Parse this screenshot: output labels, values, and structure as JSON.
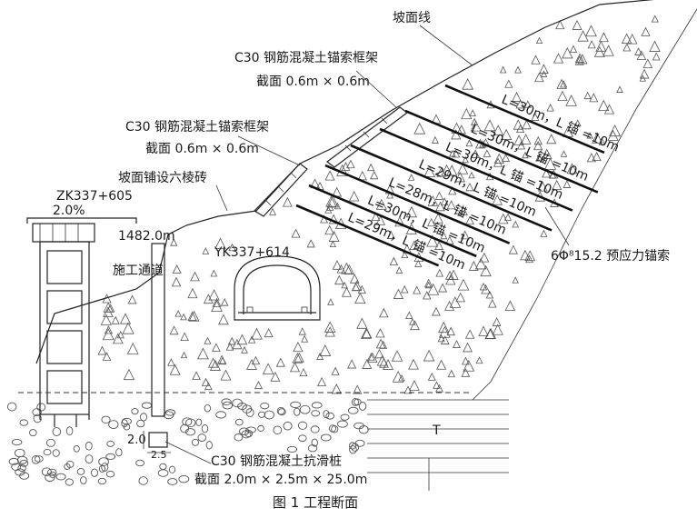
{
  "labels": {
    "slope_line": "坡面线",
    "frame_upper_title": "C30 钢筋混凝土锚索框架",
    "frame_upper_section": "截面 0.6m × 0.6m",
    "frame_lower_title": "C30 钢筋混凝土锚索框架",
    "frame_lower_section": "截面 0.6m × 0.6m",
    "hex_brick": "坡面铺设六棱砖",
    "left_station": "ZK337+605",
    "gradient": "2.0%",
    "elevation": "1482.0m",
    "construction_passage": "施工通道",
    "tunnel_station": "YK337+614",
    "anchor_spec": "6Φ⁸15.2 预应力锚索",
    "pile_title": "C30 钢筋混凝土抗滑桩",
    "pile_section": "截面 2.0m × 2.5m × 25.0m",
    "pile_dim_h": "2.0",
    "pile_dim_w": "2.5",
    "layer_symbol": "T",
    "figure_caption": "图 1   工程断面"
  },
  "anchors": [
    "L=30m，L 锚 =10m",
    "L=30m，L 锚 =10m",
    "L=30m，L 锚 =10m",
    "L=29m，L 锚 =10m",
    "L=28m，L 锚 =10m",
    "L=30m，L 锚 =10m",
    "L=29m，L 锚 =10m"
  ]
}
